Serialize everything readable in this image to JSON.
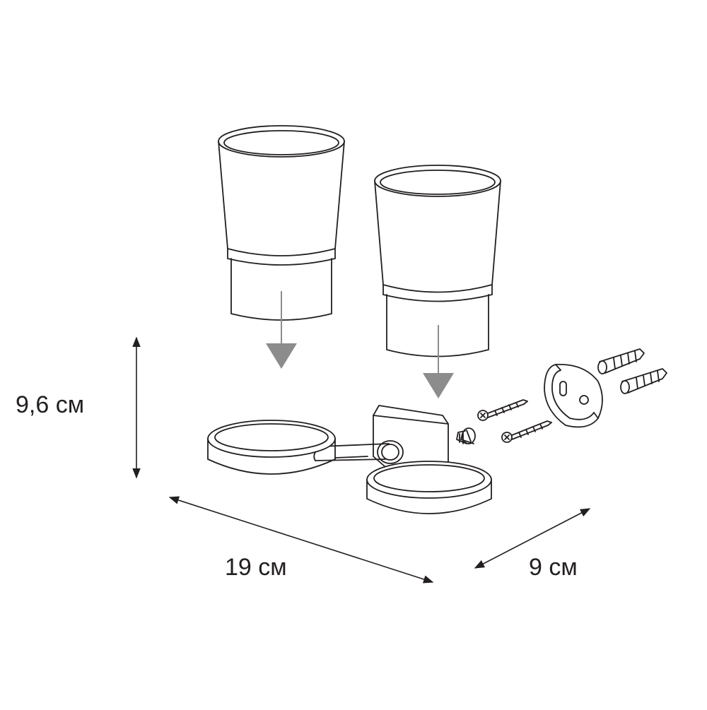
{
  "dimensions": {
    "height": "9,6 см",
    "width": "19 см",
    "depth": "9 см"
  },
  "colors": {
    "line": "#231f20",
    "arrow_fill": "#8c8c8c",
    "background": "#ffffff"
  }
}
